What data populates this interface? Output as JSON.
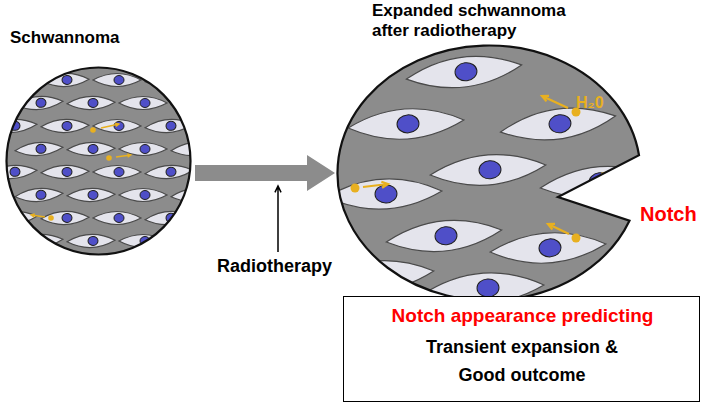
{
  "diagram": {
    "nodes": [
      {
        "text": [
          "Schwannoma"
        ]
      },
      {
        "text": [
          "Expanded schwannoma after radiotherapy",
          "H₂0"
        ]
      },
      {
        "text": [
          "Notch appearance predicting",
          "Transient expansion & Good outcome"
        ]
      }
    ],
    "edges": [
      {
        "from": 0,
        "to": 1,
        "arrow": "to",
        "label": "Radiotherapy"
      }
    ],
    "labels": [
      "Notch"
    ]
  }
}
